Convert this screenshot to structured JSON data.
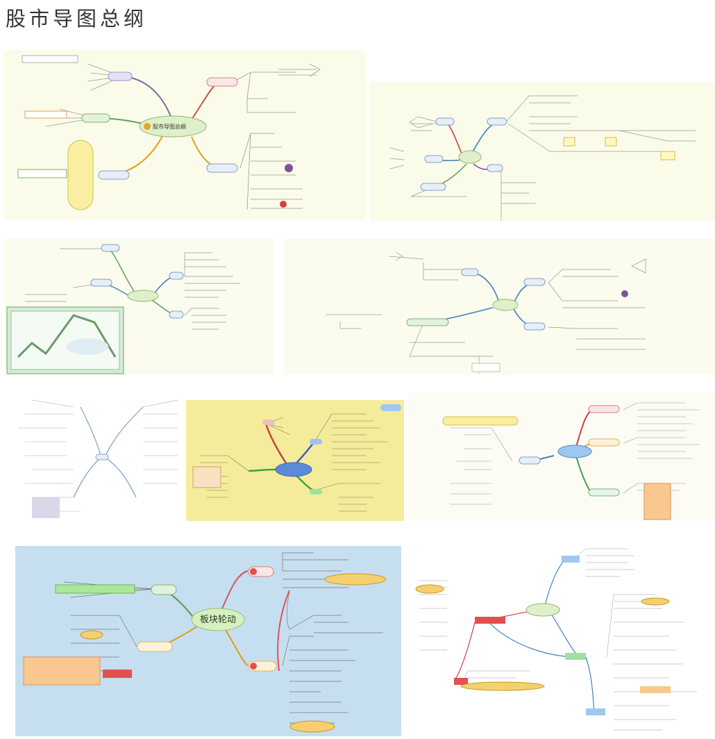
{
  "page": {
    "title": "股市导图总纲"
  },
  "maps": {
    "m1": {
      "center": "股市导图总纲"
    },
    "m10": {
      "center": "板块轮动"
    }
  }
}
